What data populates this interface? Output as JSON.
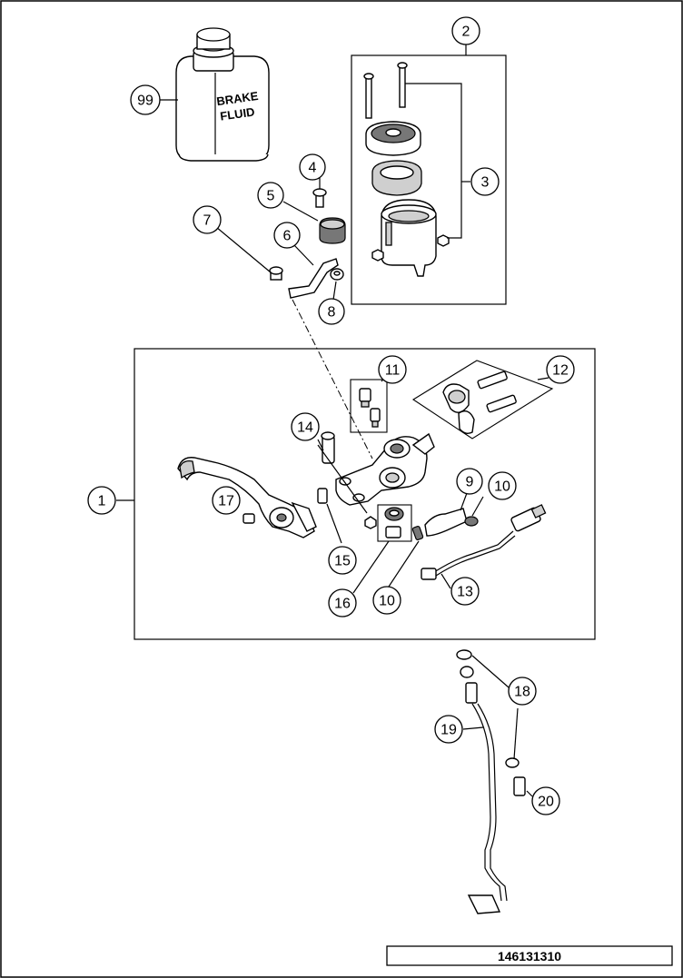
{
  "drawing_number": "146131310",
  "fluid_can_label": [
    "BRAKE",
    "FLUID"
  ],
  "callouts": [
    {
      "id": "c1",
      "label": "1"
    },
    {
      "id": "c2",
      "label": "2"
    },
    {
      "id": "c3",
      "label": "3"
    },
    {
      "id": "c4",
      "label": "4"
    },
    {
      "id": "c5",
      "label": "5"
    },
    {
      "id": "c6",
      "label": "6"
    },
    {
      "id": "c7",
      "label": "7"
    },
    {
      "id": "c8",
      "label": "8"
    },
    {
      "id": "c9",
      "label": "9"
    },
    {
      "id": "c10a",
      "label": "10"
    },
    {
      "id": "c10b",
      "label": "10"
    },
    {
      "id": "c11",
      "label": "11"
    },
    {
      "id": "c12",
      "label": "12"
    },
    {
      "id": "c13",
      "label": "13"
    },
    {
      "id": "c14",
      "label": "14"
    },
    {
      "id": "c15",
      "label": "15"
    },
    {
      "id": "c16",
      "label": "16"
    },
    {
      "id": "c17",
      "label": "17"
    },
    {
      "id": "c18",
      "label": "18"
    },
    {
      "id": "c19",
      "label": "19"
    },
    {
      "id": "c20",
      "label": "20"
    },
    {
      "id": "c99",
      "label": "99"
    }
  ]
}
